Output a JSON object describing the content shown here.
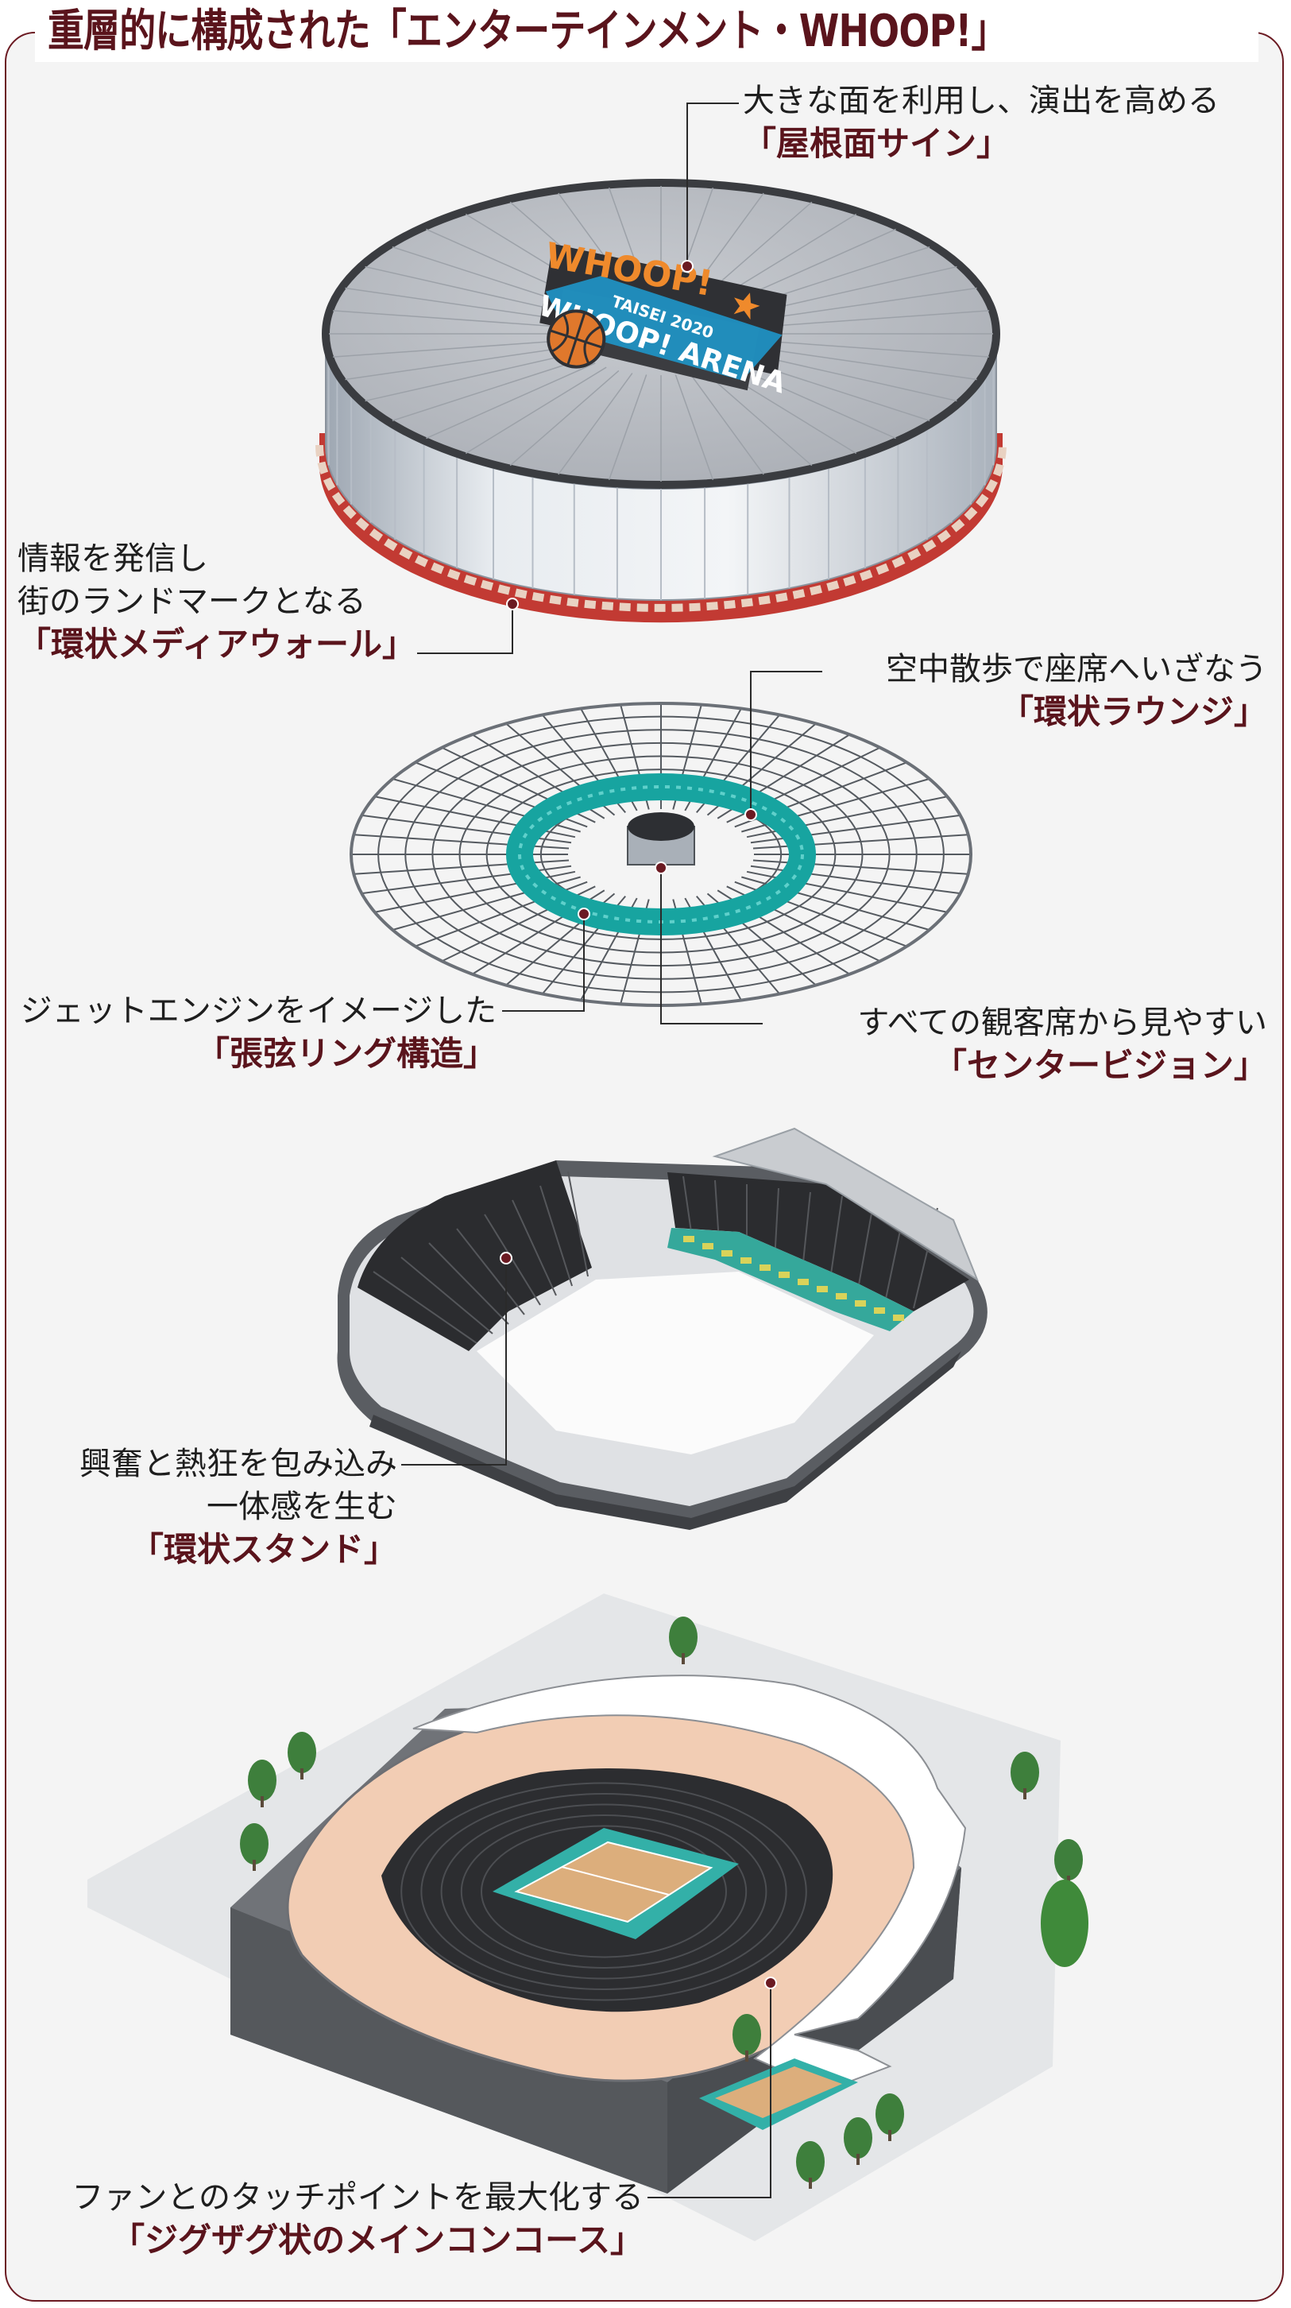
{
  "title": "重層的に構成された「エンターテインメント・WHOOP!」",
  "logo": {
    "line1": "WHOOP!",
    "line2": "TAISEI 2020",
    "line3": "WHOOP! ARENA"
  },
  "callouts": {
    "roof": {
      "desc": "大きな面を利用し、演出を高める",
      "name": "「屋根面サイン」"
    },
    "media_wall": {
      "desc1": "情報を発信し",
      "desc2": "街のランドマークとなる",
      "name": "「環状メディアウォール」"
    },
    "lounge": {
      "desc": "空中散歩で座席へいざなう",
      "name": "「環状ラウンジ」"
    },
    "ring": {
      "desc": "ジェットエンジンをイメージした",
      "name": "「張弦リング構造」"
    },
    "vision": {
      "desc": "すべての観客席から見やすい",
      "name": "「センタービジョン」"
    },
    "stand": {
      "desc1": "興奮と熱狂を包み込み",
      "desc2": "一体感を生む",
      "name": "「環状スタンド」"
    },
    "concourse": {
      "desc": "ファンとのタッチポイントを最大化する",
      "name": "「ジグザグ状のメインコンコース」"
    }
  },
  "colors": {
    "accent": "#5a141c",
    "teal": "#1fa9a5",
    "roof": "#b9bcc2",
    "concourse": "#f2cdb4",
    "seats": "#2b2c2f"
  }
}
